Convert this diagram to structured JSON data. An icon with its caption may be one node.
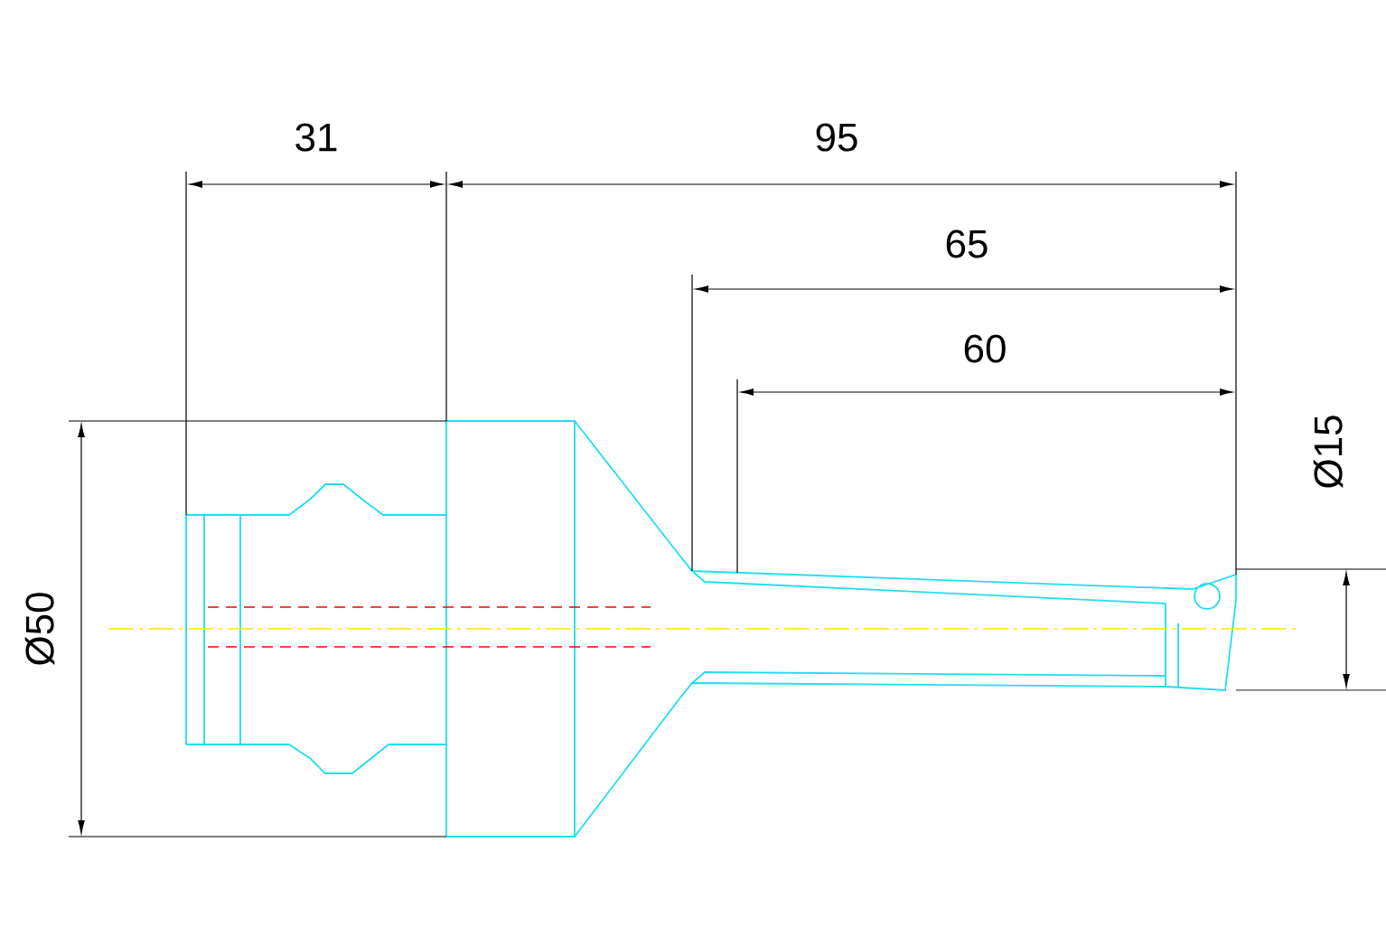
{
  "diagram": {
    "labels": [
      "31",
      "95",
      "65",
      "60",
      "Ø15",
      "Ø50"
    ]
  }
}
